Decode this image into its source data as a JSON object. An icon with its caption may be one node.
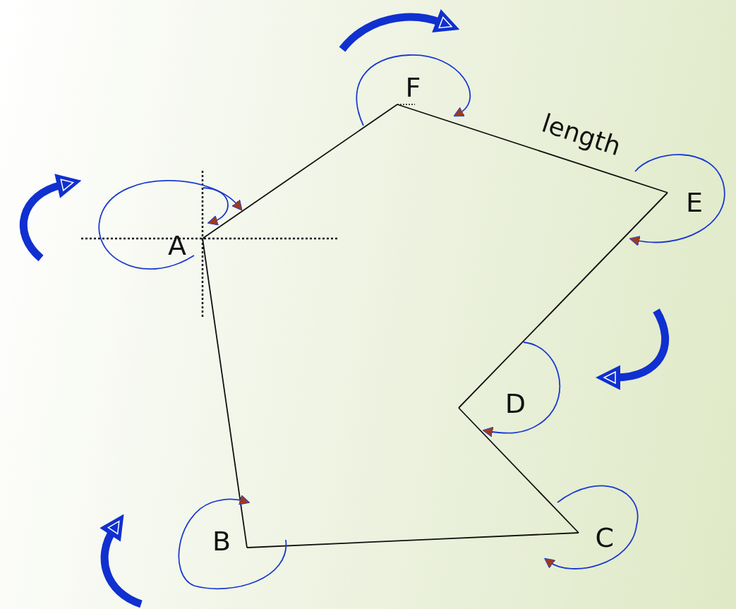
{
  "diagram": {
    "nodes": [
      {
        "text": [
          "A"
        ]
      },
      {
        "text": [
          "B"
        ]
      },
      {
        "text": [
          "C"
        ]
      },
      {
        "text": [
          "D"
        ]
      },
      {
        "text": [
          "E"
        ]
      },
      {
        "text": [
          "F"
        ]
      }
    ],
    "edges": [
      {
        "from": 0,
        "to": 5,
        "arrow": "none",
        "color": "#111111"
      },
      {
        "from": 5,
        "to": 4,
        "arrow": "none",
        "label": "length",
        "color": "#111111"
      },
      {
        "from": 4,
        "to": 3,
        "arrow": "none",
        "color": "#111111"
      },
      {
        "from": 3,
        "to": 2,
        "arrow": "none",
        "color": "#111111"
      },
      {
        "from": 2,
        "to": 1,
        "arrow": "none",
        "color": "#111111"
      },
      {
        "from": 1,
        "to": 0,
        "arrow": "none",
        "color": "#111111"
      },
      {
        "from": 0,
        "to": 0,
        "arrow": "to"
      },
      {
        "from": 0,
        "to": 0,
        "arrow": "to"
      },
      {
        "from": 5,
        "to": 5,
        "arrow": "to"
      },
      {
        "from": 4,
        "to": 4,
        "arrow": "to"
      },
      {
        "from": 3,
        "to": 3,
        "arrow": "to"
      },
      {
        "from": 2,
        "to": 2,
        "arrow": "to"
      },
      {
        "from": 1,
        "to": 1,
        "arrow": "to"
      }
    ]
  }
}
